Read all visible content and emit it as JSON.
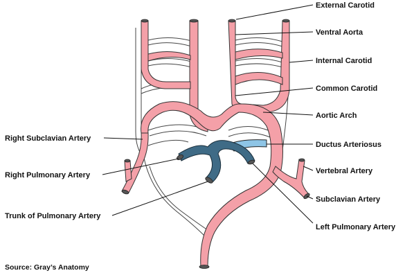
{
  "diagram": {
    "labels": {
      "external_carotid": "External Carotid",
      "ventral_aorta": "Ventral Aorta",
      "internal_carotid": "Internal Carotid",
      "common_carotid": "Common Carotid",
      "aortic_arch": "Aortic Arch",
      "ductus_arteriosus": "Ductus Arteriosus",
      "vertebral_artery": "Vertebral Artery",
      "subclavian_artery": "Subclavian Artery",
      "left_pulmonary_artery": "Left Pulmonary Artery",
      "right_subclavian_artery": "Right Subclavian Artery",
      "right_pulmonary_artery": "Right Pulmonary Artery",
      "trunk_of_pulmonary_artery": "Trunk of Pulmonary Artery"
    },
    "source": "Source: Gray’s Anatomy",
    "colors": {
      "artery_pink": "#F4A0A8",
      "pulmonary_dark": "#3F6B86",
      "ductus_light": "#8EC5E6",
      "outline": "#444444",
      "text": "#111111"
    }
  }
}
